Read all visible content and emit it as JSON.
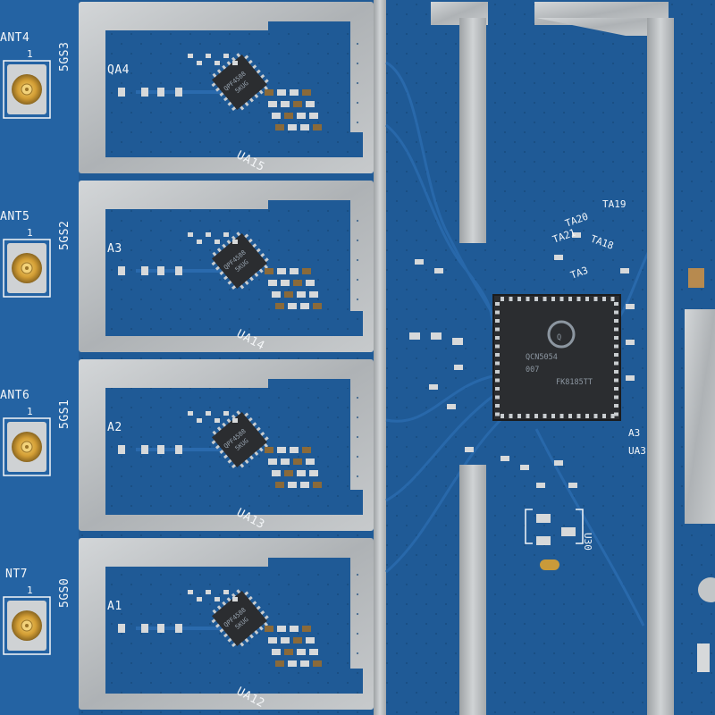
{
  "antennas": [
    {
      "ant": "ANT4",
      "gs": "5GS3"
    },
    {
      "ant": "ANT5",
      "gs": "5GS2"
    },
    {
      "ant": "ANT6",
      "gs": "5GS1"
    },
    {
      "ant": "NT7",
      "gs": "5GS0"
    }
  ],
  "modules": [
    {
      "qa": "QA4",
      "ua": "UA15",
      "chip_line1": "QPF4588",
      "chip_line2": "5KUG"
    },
    {
      "qa": "A3",
      "ua": "UA14",
      "chip_line1": "QPF4588",
      "chip_line2": "5KUG"
    },
    {
      "qa": "A2",
      "ua": "UA13",
      "chip_line1": "QPF4588",
      "chip_line2": "5KUG"
    },
    {
      "qa": "A1",
      "ua": "UA12",
      "chip_line1": "QPF4588",
      "chip_line2": "5KUG"
    }
  ],
  "main_chip": {
    "logo": "Q",
    "line1": "QCN5054",
    "line2": "007",
    "line3": "FK8185TT"
  },
  "labels": {
    "ta19": "TA19",
    "ta20": "TA20",
    "ta18": "TA18",
    "ta21": "TA21",
    "ta3": "TA3",
    "a3": "A3",
    "ua3": "UA3",
    "u30": "U30"
  },
  "colors": {
    "pcb": "#1f5a96",
    "shield": "#b9bcbf",
    "chip": "#2b2d30",
    "silkscreen": "#f4f6f8",
    "gold": "#d9a441"
  }
}
